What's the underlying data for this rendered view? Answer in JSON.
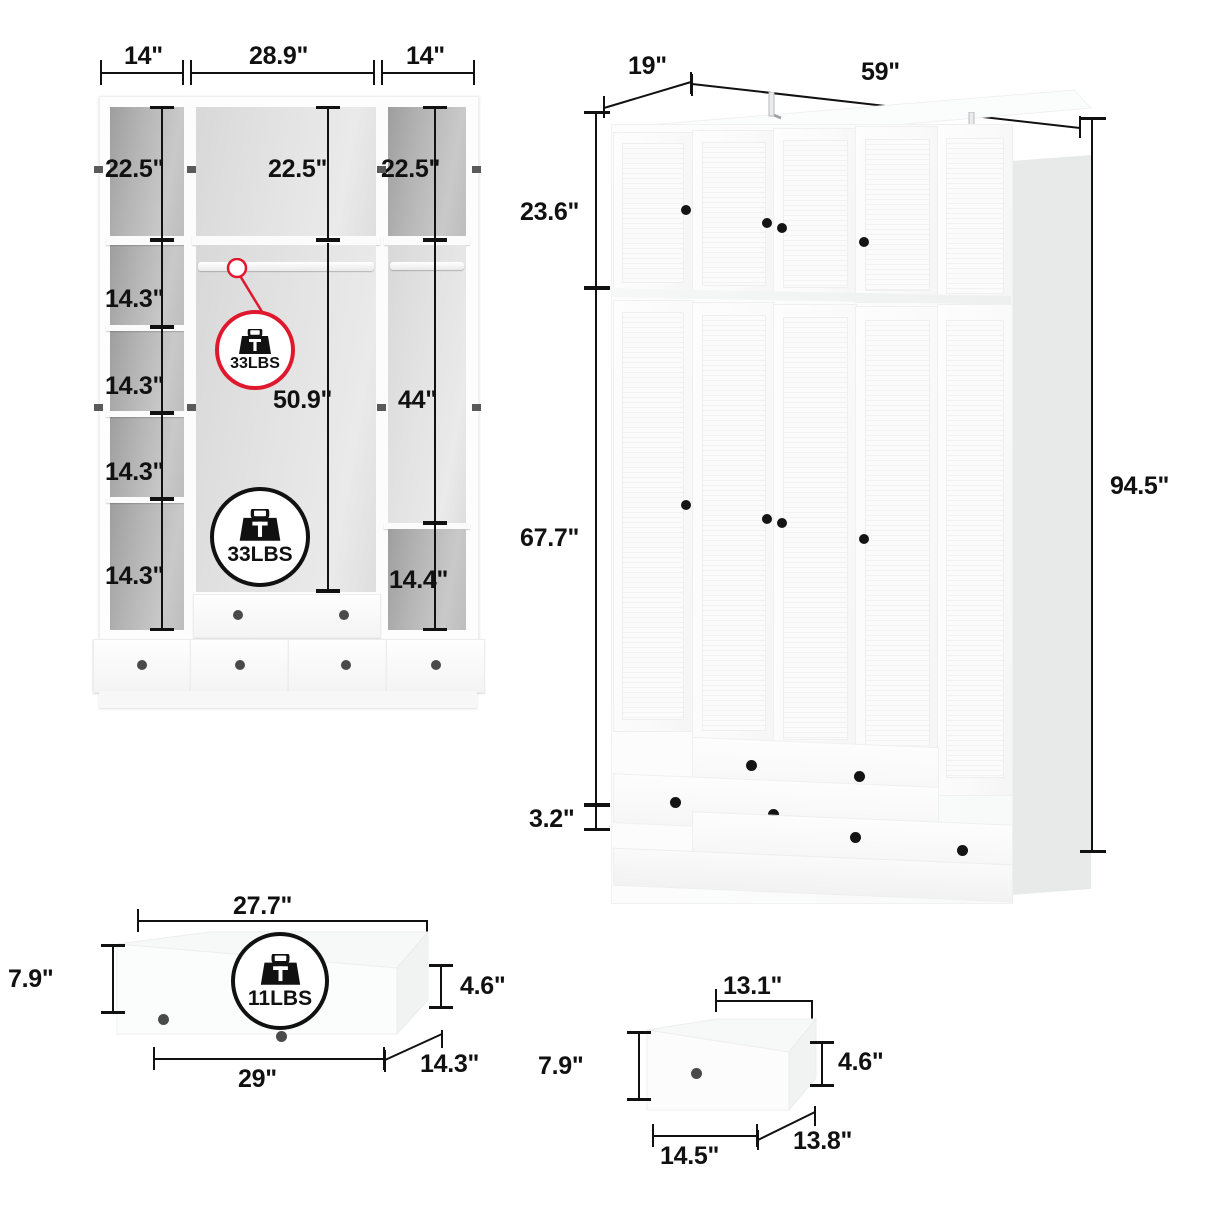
{
  "diagram": {
    "title": "Wardrobe dimension diagram",
    "unit": "inches"
  },
  "interior_view": {
    "name": "interior-cutaway-front",
    "top_widths": [
      {
        "label": "14\"",
        "segment": "left-column-width"
      },
      {
        "label": "28.9\"",
        "segment": "center-section-width"
      },
      {
        "label": "14\"",
        "segment": "right-column-width"
      }
    ],
    "left_column": {
      "compartments": [
        {
          "label": "22.5\""
        },
        {
          "label": "14.3\""
        },
        {
          "label": "14.3\""
        },
        {
          "label": "14.3\""
        },
        {
          "label": "14.3\""
        }
      ]
    },
    "center_column": {
      "top_label": "22.5\"",
      "hanging_label": "50.9\""
    },
    "right_column": {
      "top_label": "22.5\"",
      "hanging_label": "44\"",
      "bottom_label": "14.4\""
    },
    "badges": [
      {
        "name": "shelf-load-badge-red",
        "weight": "33LBS",
        "style": "red"
      },
      {
        "name": "shelf-load-badge-black",
        "weight": "33LBS",
        "style": "black"
      }
    ]
  },
  "exterior_view": {
    "name": "wardrobe-exterior",
    "depth_label": "19\"",
    "width_label": "59\"",
    "height_label": "94.5\"",
    "left_dimensions": [
      {
        "label": "23.6\"",
        "segment": "upper-cabinet-height"
      },
      {
        "label": "67.7\"",
        "segment": "lower-cabinet-height"
      },
      {
        "label": "3.2\"",
        "segment": "base-plinth-height"
      }
    ],
    "doors_count": 8,
    "drawers_count": 6,
    "anti_tip_brackets": 2
  },
  "large_drawer": {
    "name": "large-drawer-detail",
    "inner_width_label": "27.7\"",
    "outer_width_label": "29\"",
    "front_height_label": "7.9\"",
    "inner_height_label": "4.6\"",
    "depth_label": "14.3\"",
    "badge": {
      "name": "drawer-load-badge",
      "weight": "11LBS",
      "style": "black"
    }
  },
  "small_drawer": {
    "name": "small-drawer-detail",
    "inner_width_label": "13.1\"",
    "outer_width_label": "14.5\"",
    "front_height_label": "7.9\"",
    "inner_height_label": "4.6\"",
    "depth_label": "13.8\""
  },
  "colors": {
    "accent_red": "#e0182d",
    "ink": "#111111",
    "body_white": "#fdfdfd",
    "cavity_gray": "#b4b4b4",
    "side_panel": "#e9ebeb"
  }
}
